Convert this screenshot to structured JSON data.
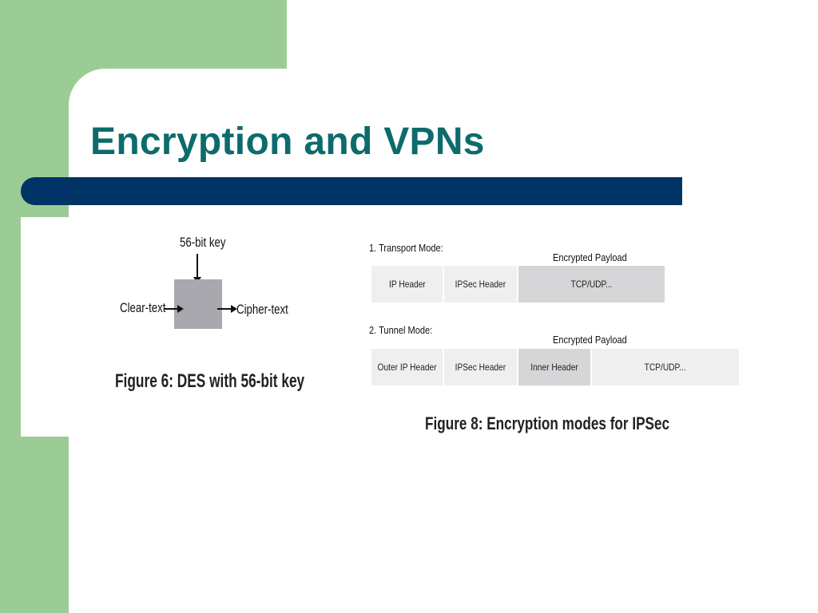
{
  "slide": {
    "title": "Encryption and VPNs",
    "colors": {
      "green": "#9ccc95",
      "title": "#0d6b6b",
      "bar": "#003366"
    }
  },
  "figure6": {
    "key_label": "56-bit key",
    "input_label": "Clear-text",
    "output_label": "Cipher-text",
    "caption": "Figure 6: DES with 56-bit key"
  },
  "figure8": {
    "transport": {
      "mode_label": "1. Transport Mode:",
      "payload_label": "Encrypted Payload",
      "cells": [
        "IP Header",
        "IPSec Header",
        "TCP/UDP..."
      ]
    },
    "tunnel": {
      "mode_label": "2. Tunnel Mode:",
      "payload_label": "Encrypted Payload",
      "cells": [
        "Outer IP Header",
        "IPSec Header",
        "Inner Header",
        "TCP/UDP..."
      ]
    },
    "caption": "Figure 8: Encryption modes for IPSec"
  }
}
